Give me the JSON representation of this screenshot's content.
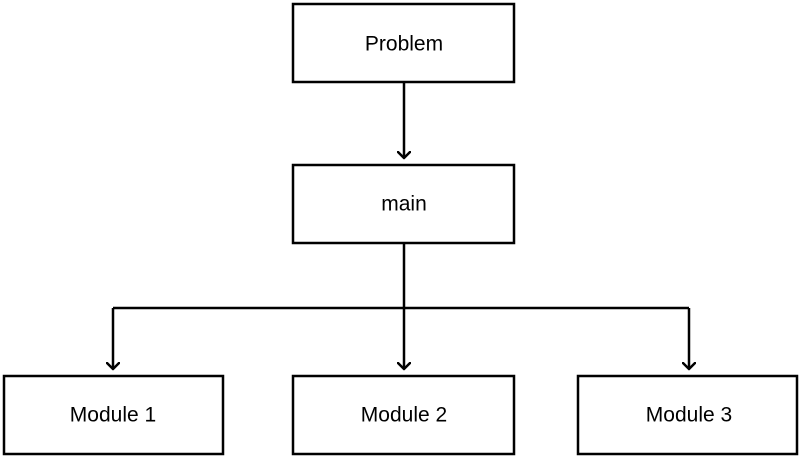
{
  "diagram": {
    "type": "hierarchy",
    "nodes": {
      "problem": {
        "label": "Problem"
      },
      "main": {
        "label": "main"
      },
      "module1": {
        "label": "Module 1"
      },
      "module2": {
        "label": "Module 2"
      },
      "module3": {
        "label": "Module 3"
      }
    },
    "edges": [
      {
        "from": "problem",
        "to": "main"
      },
      {
        "from": "main",
        "to": "module1"
      },
      {
        "from": "main",
        "to": "module2"
      },
      {
        "from": "main",
        "to": "module3"
      }
    ],
    "colors": {
      "line": "#000000",
      "box_fill": "#ffffff",
      "background": "#ffffff"
    }
  }
}
